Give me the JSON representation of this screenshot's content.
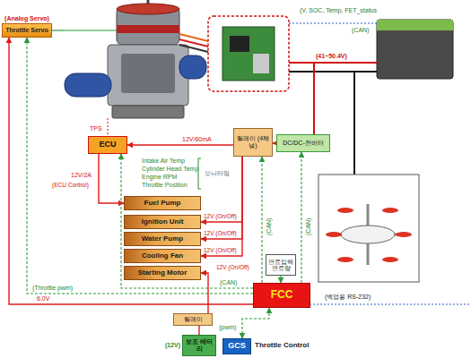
{
  "diagram": {
    "nodes": [
      {
        "text": [
          "(Analog Servo)",
          "Throttle Servo"
        ]
      },
      {
        "text": [
          "ECU"
        ]
      },
      {
        "text": [
          "릴레이 (4채널)"
        ]
      },
      {
        "text": [
          "DC/DC-컨버터"
        ]
      },
      {
        "text": [
          "Fuel Pump"
        ]
      },
      {
        "text": [
          "Ignition Unit"
        ]
      },
      {
        "text": [
          "Water Pump"
        ]
      },
      {
        "text": [
          "Cooling Fan"
        ]
      },
      {
        "text": [
          "Starting Motor"
        ]
      },
      {
        "text": [
          "연료입력 연료량"
        ]
      },
      {
        "text": [
          "FCC"
        ]
      },
      {
        "text": [
          "릴레이"
        ]
      },
      {
        "text": [
          "(12V)",
          "보조 배터리"
        ]
      },
      {
        "text": [
          "GCS"
        ]
      }
    ],
    "edges": [
      {
        "from": 3,
        "to": 2,
        "arrow": "to"
      },
      {
        "from": 2,
        "to": 1,
        "label": "12V/60mA",
        "arrow": "to"
      },
      {
        "from": 1,
        "to": 4,
        "label": "12V/2A",
        "arrow": "to"
      },
      {
        "from": 2,
        "to": 5,
        "label": "12V (On/Off)",
        "arrow": "to"
      },
      {
        "from": 2,
        "to": 6,
        "label": "12V (On/Off)",
        "arrow": "to"
      },
      {
        "from": 2,
        "to": 7,
        "label": "12V (On/Off)",
        "arrow": "to"
      },
      {
        "from": 11,
        "to": 8,
        "label": "12V (On/Off)",
        "arrow": "to"
      },
      {
        "from": 10,
        "to": 2,
        "label": "(CAN)",
        "arrow": "to"
      },
      {
        "from": 10,
        "to": 3,
        "label": "(CAN)",
        "arrow": "to"
      },
      {
        "from": 10,
        "to": 1,
        "label": "(CAN)",
        "arrow": "to"
      },
      {
        "from": 10,
        "to": 0,
        "label": "(Throttle pwm)",
        "arrow": "to"
      },
      {
        "from": 10,
        "to": 0,
        "label": "6.0V",
        "arrow": "to"
      },
      {
        "from": 9,
        "to": 10,
        "arrow": "to"
      },
      {
        "from": 11,
        "to": 12,
        "arrow": "none"
      },
      {
        "from": 13,
        "to": 10,
        "label": "(pwm)",
        "arrow": "both"
      }
    ],
    "labels": [
      "(V, SOC, Temp, FET_status",
      "(CAN)",
      "(41~50.4V)",
      "TPS",
      "Intake Air Temp",
      "Cylinder Head Temp",
      "Engine RPM",
      "Throttle Position",
      "모니터링",
      "(ECU Control)",
      "(백업용 RS-232)",
      "Throttle Control"
    ]
  }
}
